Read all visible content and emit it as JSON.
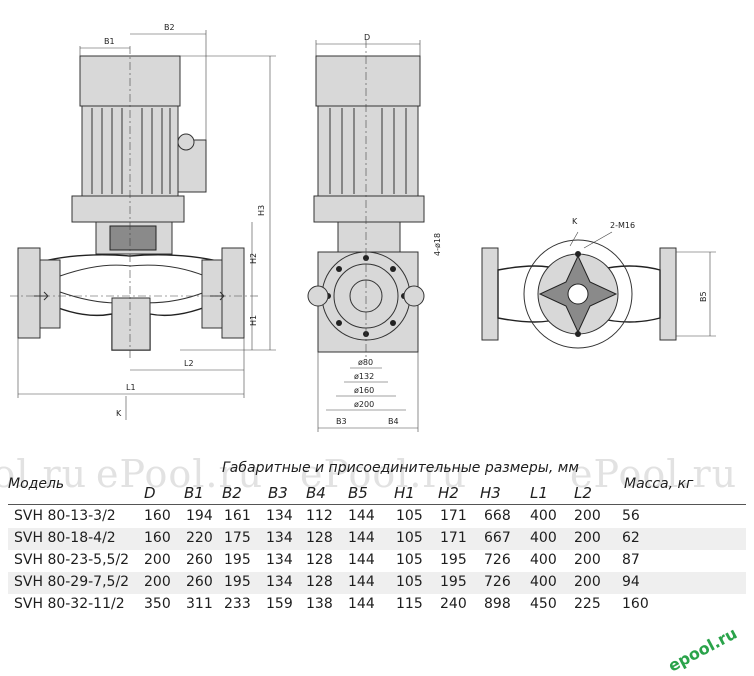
{
  "drawing": {
    "dims": {
      "b1": "B1",
      "b2": "B2",
      "d": "D",
      "h1": "H1",
      "h2": "H2",
      "h3": "H3",
      "l1": "L1",
      "l2": "L2",
      "b3": "B3",
      "b4": "B4",
      "b5": "B5",
      "k1": "K",
      "k2": "K",
      "bolt": "4-ø18",
      "d80": "ø80",
      "d132": "ø132",
      "d160": "ø160",
      "d200": "ø200",
      "m16": "2-M16"
    }
  },
  "watermark": "ePool.ru",
  "table": {
    "model_header": "Модель",
    "dims_header": "Габаритные и присоединительные размеры, мм",
    "mass_header": "Масса, кг",
    "columns": [
      "D",
      "B1",
      "B2",
      "B3",
      "B4",
      "B5",
      "H1",
      "H2",
      "H3",
      "L1",
      "L2"
    ],
    "rows": [
      [
        "SVH 80-13-3/2",
        "160",
        "194",
        "161",
        "134",
        "112",
        "144",
        "105",
        "171",
        "668",
        "400",
        "200",
        "56"
      ],
      [
        "SVH 80-18-4/2",
        "160",
        "220",
        "175",
        "134",
        "128",
        "144",
        "105",
        "171",
        "667",
        "400",
        "200",
        "62"
      ],
      [
        "SVH 80-23-5,5/2",
        "200",
        "260",
        "195",
        "134",
        "128",
        "144",
        "105",
        "195",
        "726",
        "400",
        "200",
        "87"
      ],
      [
        "SVH 80-29-7,5/2",
        "200",
        "260",
        "195",
        "134",
        "128",
        "144",
        "105",
        "195",
        "726",
        "400",
        "200",
        "94"
      ],
      [
        "SVH 80-32-11/2",
        "350",
        "311",
        "233",
        "159",
        "138",
        "144",
        "115",
        "240",
        "898",
        "450",
        "225",
        "160"
      ]
    ]
  },
  "logo": "epool.ru"
}
